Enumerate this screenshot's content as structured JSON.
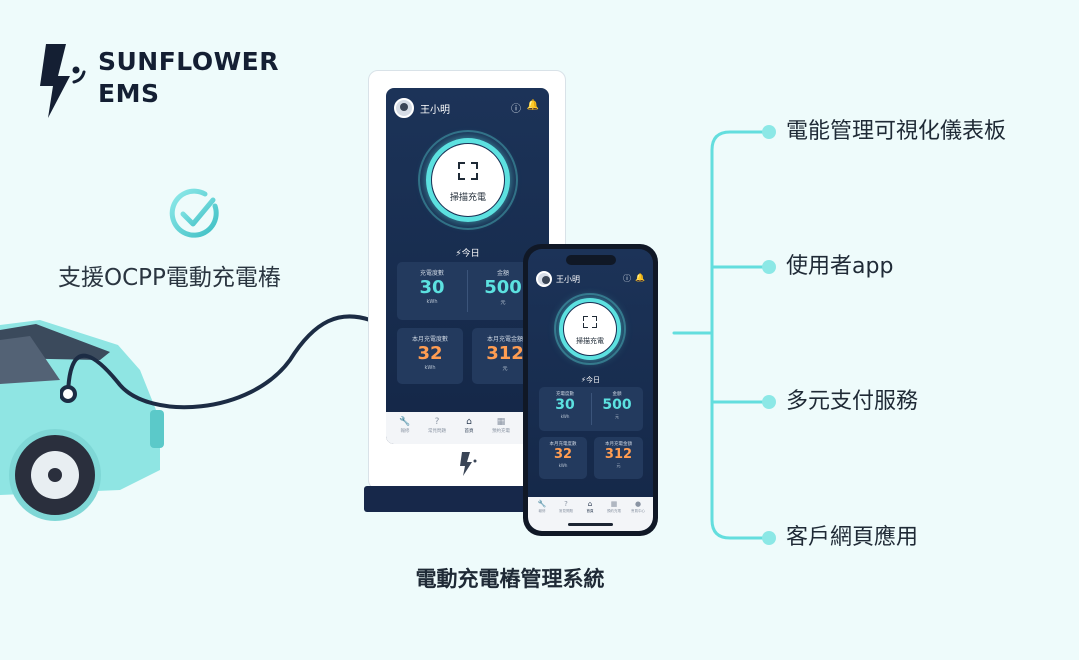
{
  "brand": {
    "line1": "SUNFLOWER",
    "line2": "EMS"
  },
  "ocpp": {
    "label": "支援OCPP電動充電樁"
  },
  "kiosk": {
    "user_name": "王小明",
    "scan_label": "掃描充電",
    "today_label": "今日",
    "stats": [
      {
        "label": "充電度數",
        "value": "30",
        "unit": "kWh"
      },
      {
        "label": "金額",
        "value": "500",
        "unit": "元"
      },
      {
        "label": "本月充電度數",
        "value": "32",
        "unit": "kWh"
      },
      {
        "label": "本月充電金額",
        "value": "312",
        "unit": "元"
      }
    ],
    "nav": [
      {
        "label": "報修",
        "icon": "wrench-icon"
      },
      {
        "label": "常見問題",
        "icon": "question-icon"
      },
      {
        "label": "首頁",
        "icon": "home-icon",
        "active": true
      },
      {
        "label": "預約充電",
        "icon": "calendar-icon"
      }
    ]
  },
  "phone": {
    "user_name": "王小明",
    "scan_label": "掃描充電",
    "today_label": "今日",
    "stats": [
      {
        "label": "充電度數",
        "value": "30",
        "unit": "kWh"
      },
      {
        "label": "金額",
        "value": "500",
        "unit": "元"
      },
      {
        "label": "本月充電度數",
        "value": "32",
        "unit": "kWh"
      },
      {
        "label": "本月充電金額",
        "value": "312",
        "unit": "元"
      }
    ],
    "nav": [
      {
        "label": "報修",
        "icon": "wrench-icon"
      },
      {
        "label": "常見問題",
        "icon": "question-icon"
      },
      {
        "label": "首頁",
        "icon": "home-icon",
        "active": true
      },
      {
        "label": "預約充電",
        "icon": "calendar-icon"
      },
      {
        "label": "會員中心",
        "icon": "user-icon"
      }
    ]
  },
  "system_title": "電動充電樁管理系統",
  "features": [
    "電能管理可視化儀表板",
    "使用者app",
    "多元支付服務",
    "客戶網頁應用"
  ],
  "colors": {
    "background": "#eefbfb",
    "accent": "#5ce1e0",
    "dark_navy": "#17284a",
    "orange": "#ff9d52"
  }
}
